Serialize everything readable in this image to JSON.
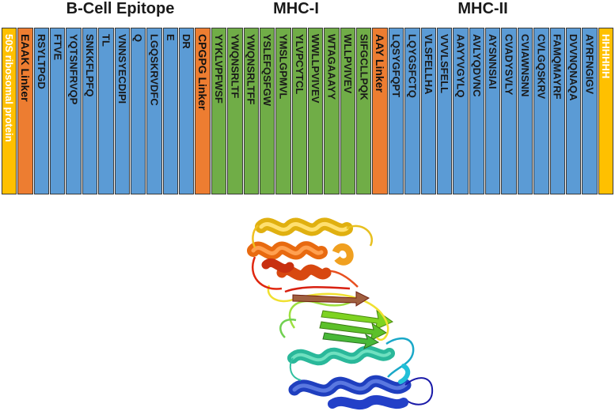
{
  "headings": {
    "bcell": "B-Cell Epitope",
    "mhc1": "MHC-I",
    "mhc2": "MHC-II"
  },
  "colors": {
    "start": "#ffc000",
    "linker": "#ed7d31",
    "bcell": "#5b9bd5",
    "mhc1": "#70ad47",
    "mhc2": "#5b9bd5",
    "end": "#ffc000"
  },
  "blocks": [
    {
      "type": "start",
      "label": "50S ribosomal protein"
    },
    {
      "type": "linker",
      "label": "EAAK Linker"
    },
    {
      "type": "bcell",
      "label": "RSYLTPGD"
    },
    {
      "type": "bcell",
      "label": "FTVE"
    },
    {
      "type": "bcell",
      "label": "YQTSNFRVQP"
    },
    {
      "type": "bcell",
      "label": "SNKKFLPFQ"
    },
    {
      "type": "bcell",
      "label": "TL"
    },
    {
      "type": "bcell",
      "label": "VNNSYECDIPI"
    },
    {
      "type": "bcell",
      "label": "Q"
    },
    {
      "type": "bcell",
      "label": "LGQSKRVDFC"
    },
    {
      "type": "bcell",
      "label": "E"
    },
    {
      "type": "bcell",
      "label": "DR"
    },
    {
      "type": "linker",
      "label": "CPGPG Linker"
    },
    {
      "type": "mhc1",
      "label": "YYKLVPFWSF"
    },
    {
      "type": "mhc1",
      "label": "YWQNSRLTF"
    },
    {
      "type": "mhc1",
      "label": "YWQNSRLTFF"
    },
    {
      "type": "mhc1",
      "label": "YSLEFQSFGW"
    },
    {
      "type": "mhc1",
      "label": "YMSLGPMVL"
    },
    {
      "type": "mhc1",
      "label": "YLVPCYTCL"
    },
    {
      "type": "mhc1",
      "label": "WWLLPVIVEV"
    },
    {
      "type": "mhc1",
      "label": "WTAGAAAYY"
    },
    {
      "type": "mhc1",
      "label": "WLLPVIVEV"
    },
    {
      "type": "mhc1",
      "label": "SIFGCLLPQK"
    },
    {
      "type": "linker",
      "label": "AAY Linker"
    },
    {
      "type": "mhc2",
      "label": "LQSYGFQPT"
    },
    {
      "type": "mhc2",
      "label": "LQYGSFCTQ"
    },
    {
      "type": "mhc2",
      "label": "VLSFELLHA"
    },
    {
      "type": "mhc2",
      "label": "VVVLSFELL"
    },
    {
      "type": "mhc2",
      "label": "AAYYVGYLQ"
    },
    {
      "type": "mhc2",
      "label": "AVLYQDVNC"
    },
    {
      "type": "mhc2",
      "label": "AYSNNSIAI"
    },
    {
      "type": "mhc2",
      "label": "CVADYSVLY"
    },
    {
      "type": "mhc2",
      "label": "CVIAWNSNN"
    },
    {
      "type": "mhc2",
      "label": "CVLGQSKRV"
    },
    {
      "type": "mhc2",
      "label": "FAMQMAYRF"
    },
    {
      "type": "mhc2",
      "label": "DVVNQNAQA"
    },
    {
      "type": "mhc2",
      "label": "AYRFNGIGV"
    },
    {
      "type": "end",
      "label": "HHHHHH"
    }
  ],
  "protein_model": {
    "coloring": "rainbow (blue to red)"
  }
}
